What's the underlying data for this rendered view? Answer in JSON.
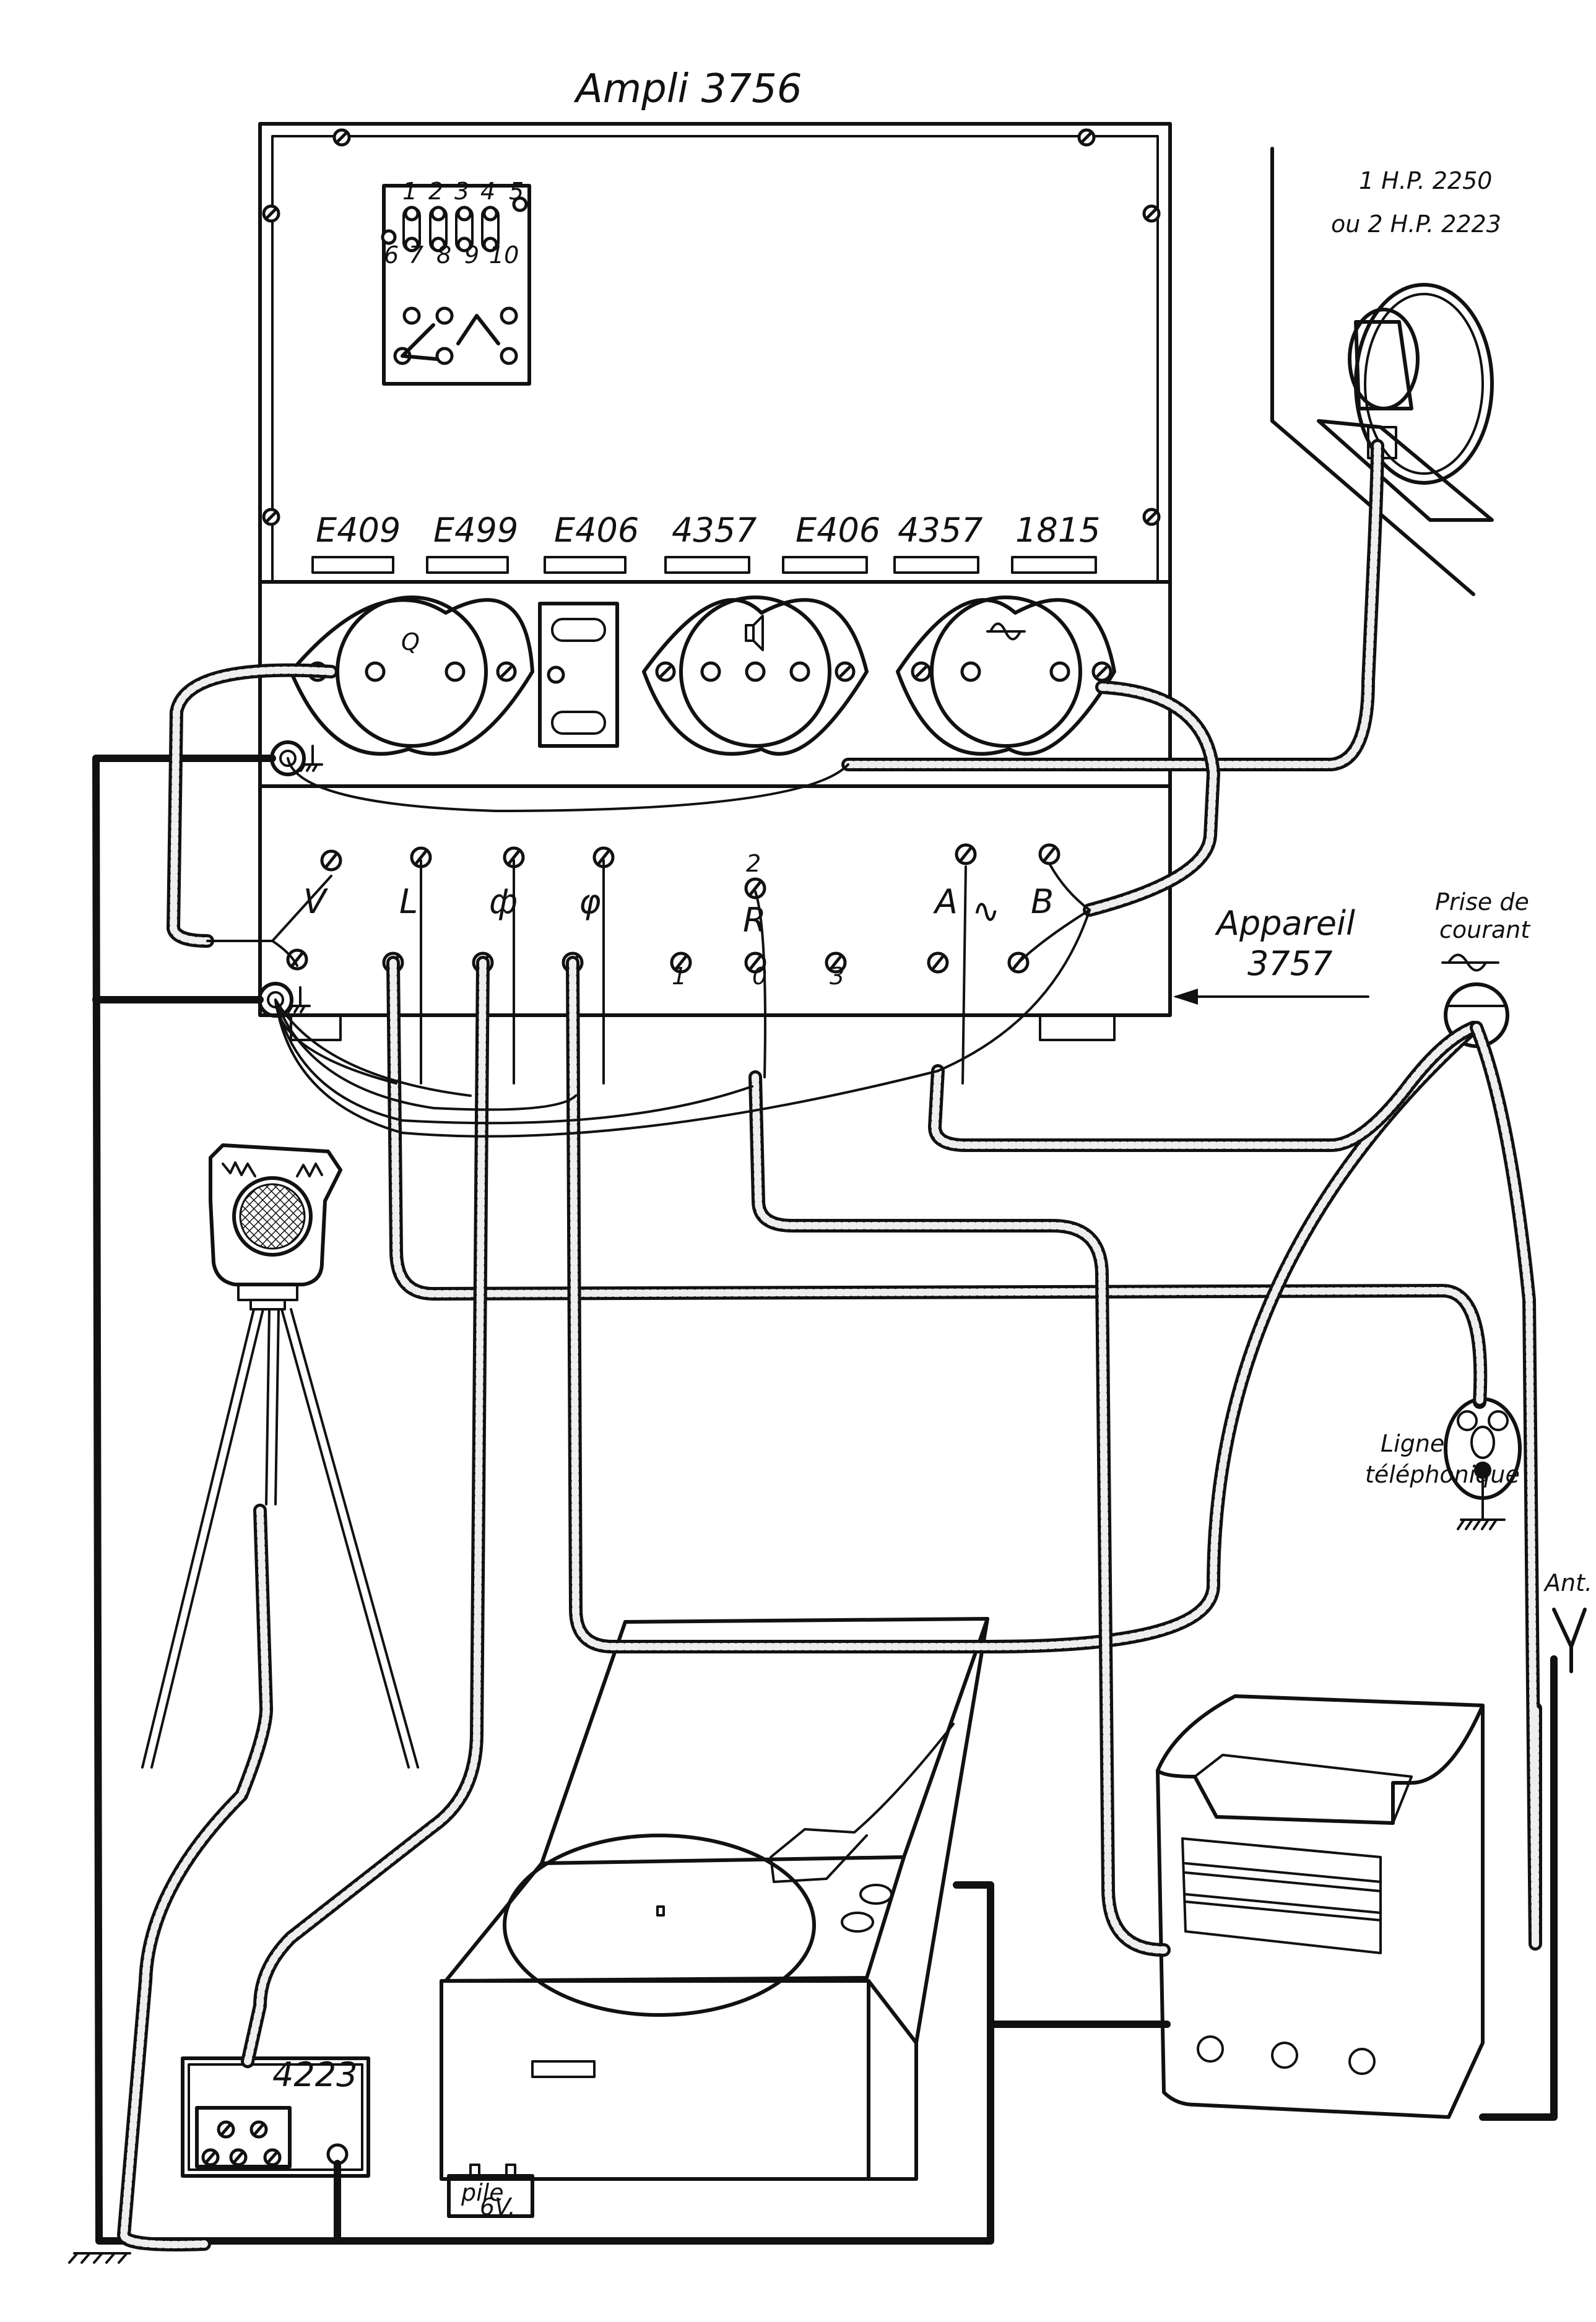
{
  "title": "Ampli 3756",
  "amplifier": {
    "label": "Ampli 3756",
    "tubes": [
      "E409",
      "E499",
      "E406",
      "4357",
      "E406",
      "4357",
      "1815"
    ],
    "strip_numbers_top": [
      "1",
      "2",
      "3",
      "4",
      "5"
    ],
    "strip_numbers_bottom": [
      "6",
      "7",
      "8",
      "9",
      "10"
    ],
    "sockets": [
      {
        "name": "input-socket",
        "symbol": "Q"
      },
      {
        "name": "speaker-socket",
        "symbol": "speaker"
      },
      {
        "name": "mains-socket",
        "symbol": "~"
      }
    ]
  },
  "apparatus": {
    "label": "Appareil",
    "number": "3757",
    "terminals": {
      "V": "V",
      "L": "L",
      "mic": "ф",
      "pickup": "φ",
      "R": "R",
      "R_top": "2",
      "pos1": "1",
      "pos0": "0",
      "pos3": "3",
      "A": "A",
      "ac": "∿",
      "B": "B"
    }
  },
  "loudspeaker": {
    "line1": "1 H.P. 2250",
    "line2": "ou 2 H.P. 2223"
  },
  "power_outlet": {
    "line1": "Prise de",
    "line2": "courant",
    "symbol": "∿"
  },
  "phone_line": {
    "line1": "Ligne",
    "line2": "téléphonique"
  },
  "antenna": {
    "label": "Ant."
  },
  "mic_box": {
    "label": "4223"
  },
  "battery": {
    "line1": "pile",
    "line2": "6V."
  },
  "devices": [
    "microphone-on-tripod",
    "record-player",
    "radio-receiver",
    "loudspeaker"
  ]
}
